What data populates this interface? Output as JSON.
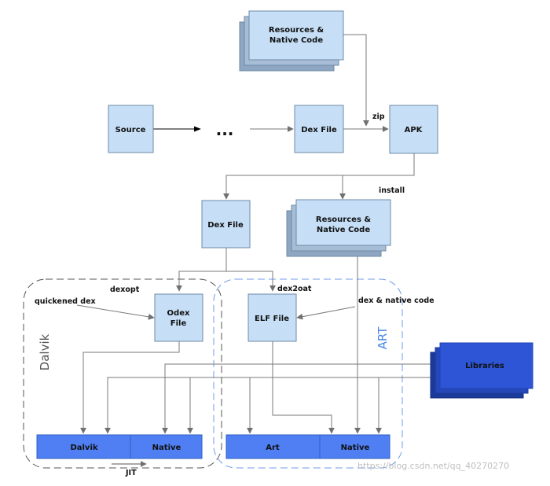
{
  "nodes": {
    "resources_top": [
      "Resources &",
      "Native Code"
    ],
    "source": "Source",
    "ellipsis": "...",
    "dex_file_top": "Dex File",
    "apk": "APK",
    "dex_file_mid": "Dex File",
    "resources_mid": [
      "Resources &",
      "Native Code"
    ],
    "odex_file": [
      "Odex",
      "File"
    ],
    "elf_file": "ELF File",
    "libraries": "Libraries",
    "dalvik_bar": "Dalvik",
    "dalvik_native_bar": "Native",
    "art_bar": "Art",
    "art_native_bar": "Native"
  },
  "edge_labels": {
    "zip": "zip",
    "install": "install",
    "dexopt": "dexopt",
    "dex2oat": "dex2oat",
    "quickened_dex": "quickened dex",
    "dex_native_code": "dex & native code",
    "jit": "JIT"
  },
  "regions": {
    "dalvik": "Dalvik",
    "art": "ART"
  },
  "watermark": "https://blog.csdn.net/qq_40270270",
  "colors": {
    "box_fill": "#c6dff7",
    "box_stroke": "#6e8aa6",
    "shadow_fill": "#8ea6c2",
    "bar_fill": "#4f7ff2",
    "bar_stroke": "#2f5fc4",
    "libraries_fill": "#2d55d6",
    "libraries_shadow": "#1c3a9a",
    "dalvik_region": "#555555",
    "art_region": "#6f9be8",
    "art_label": "#4a86e8",
    "line": "#7a7a7a"
  }
}
